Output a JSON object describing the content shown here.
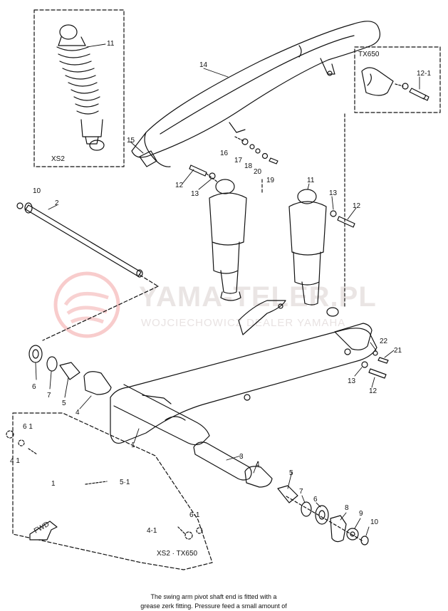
{
  "watermark": {
    "main": "YAMA-TELER.PL",
    "sub": "WOJCIECHOWICZ DEALER YAMAHA",
    "color": "#f2a3a3"
  },
  "boxes": {
    "xs2": "XS2",
    "tx650": "TX650",
    "xs2_tx650": "XS2 · TX650"
  },
  "fwd_label": "FWD",
  "callouts": [
    {
      "id": "c11a",
      "text": "11"
    },
    {
      "id": "c14",
      "text": "14"
    },
    {
      "id": "c12_1",
      "text": "12-1"
    },
    {
      "id": "c15",
      "text": "15"
    },
    {
      "id": "c16",
      "text": "16"
    },
    {
      "id": "c17",
      "text": "17"
    },
    {
      "id": "c18",
      "text": "18"
    },
    {
      "id": "c20",
      "text": "20"
    },
    {
      "id": "c19",
      "text": "19"
    },
    {
      "id": "c12a",
      "text": "12"
    },
    {
      "id": "c13a",
      "text": "13"
    },
    {
      "id": "c11b",
      "text": "11"
    },
    {
      "id": "c13b",
      "text": "13"
    },
    {
      "id": "c12b",
      "text": "12"
    },
    {
      "id": "c10a",
      "text": "10"
    },
    {
      "id": "c2",
      "text": "2"
    },
    {
      "id": "c22",
      "text": "22"
    },
    {
      "id": "c21",
      "text": "21"
    },
    {
      "id": "c13c",
      "text": "13"
    },
    {
      "id": "c12c",
      "text": "12"
    },
    {
      "id": "c6a",
      "text": "6"
    },
    {
      "id": "c7a",
      "text": "7"
    },
    {
      "id": "c5a",
      "text": "5"
    },
    {
      "id": "c4a",
      "text": "4"
    },
    {
      "id": "c1a",
      "text": "1"
    },
    {
      "id": "c6_1a",
      "text": "6 1"
    },
    {
      "id": "c4_1a",
      "text": "4 1"
    },
    {
      "id": "c1b",
      "text": "1"
    },
    {
      "id": "c5_1",
      "text": "5·1"
    },
    {
      "id": "c3",
      "text": "3"
    },
    {
      "id": "c4b",
      "text": "4"
    },
    {
      "id": "c5b",
      "text": "5"
    },
    {
      "id": "c7b",
      "text": "7"
    },
    {
      "id": "c6b",
      "text": "6"
    },
    {
      "id": "c8",
      "text": "8"
    },
    {
      "id": "c9",
      "text": "9"
    },
    {
      "id": "c10b",
      "text": "10"
    },
    {
      "id": "c6_1b",
      "text": "6-1"
    },
    {
      "id": "c4_1b",
      "text": "4-1"
    }
  ],
  "caption": {
    "line1": "The swing arm pivot shaft end is fitted with a",
    "line2": "grease zerk fitting. Pressure feed a small amount of"
  }
}
